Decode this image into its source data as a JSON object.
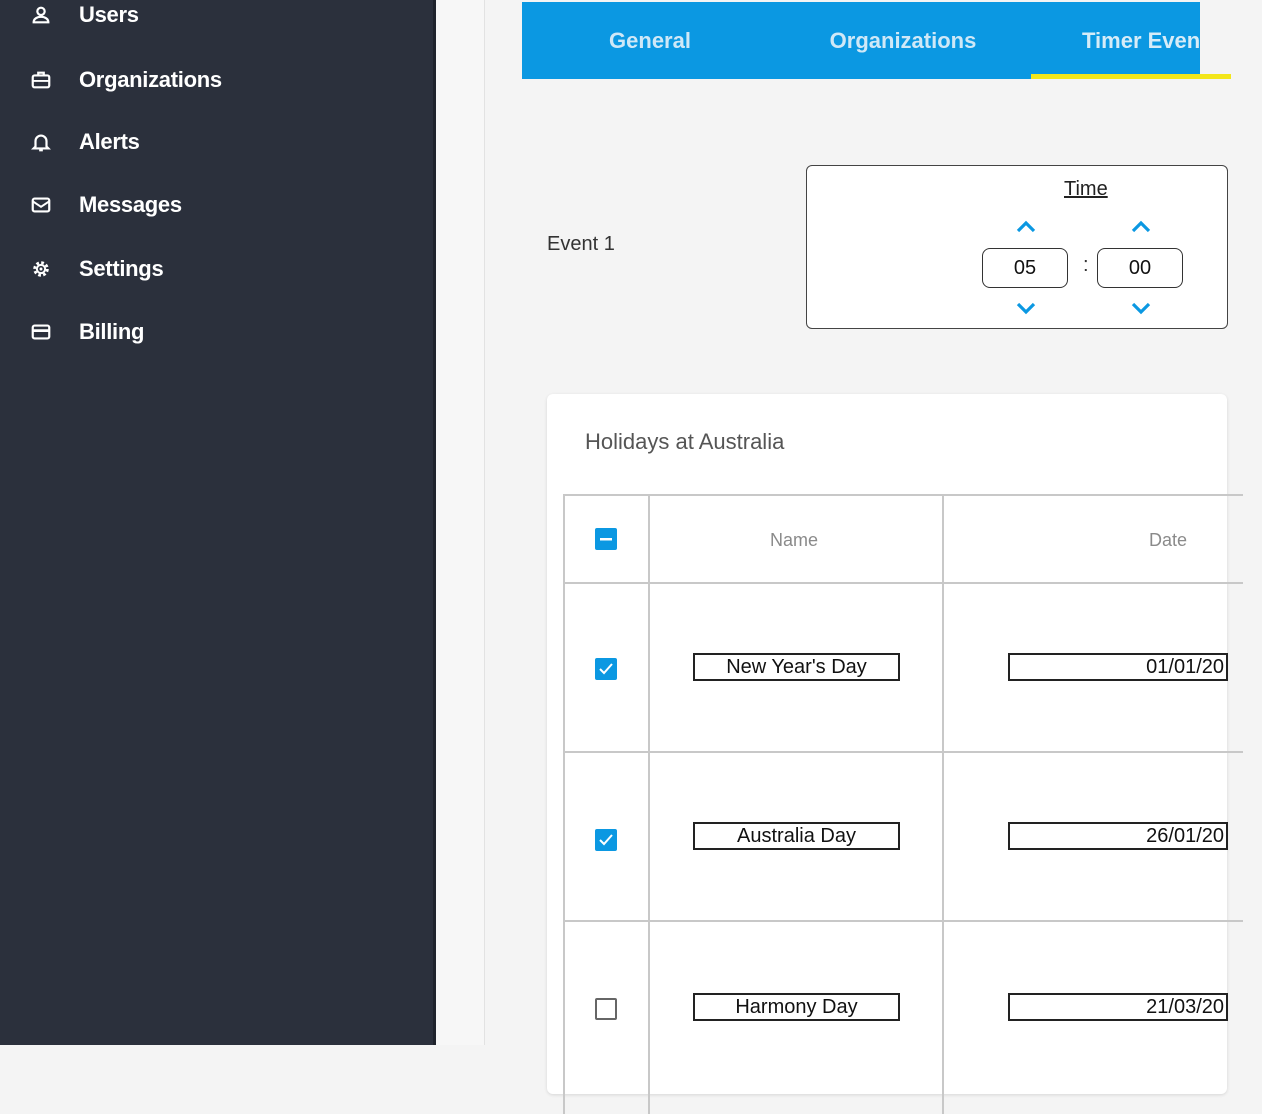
{
  "sidebar": {
    "items": [
      {
        "label": "Users",
        "icon": "user-icon"
      },
      {
        "label": "Organizations",
        "icon": "briefcase-icon"
      },
      {
        "label": "Alerts",
        "icon": "bell-icon"
      },
      {
        "label": "Messages",
        "icon": "envelope-icon"
      },
      {
        "label": "Settings",
        "icon": "gear-icon"
      },
      {
        "label": "Billing",
        "icon": "credit-card-icon"
      }
    ]
  },
  "tabs": [
    {
      "label": "General"
    },
    {
      "label": "Organizations"
    },
    {
      "label": "Timer Even"
    }
  ],
  "active_tab": "Timer Even",
  "event": {
    "label": "Event 1",
    "time_title": "Time",
    "hours": "05",
    "minutes": "00",
    "separator": ":"
  },
  "holidays": {
    "title": "Holidays at Australia",
    "columns": [
      "Name",
      "Date"
    ],
    "rows": [
      {
        "name": "New Year's Day",
        "date": "01/01/20",
        "checked": true
      },
      {
        "name": "Australia Day",
        "date": "26/01/20",
        "checked": true
      },
      {
        "name": "Harmony Day",
        "date": "21/03/20",
        "checked": false
      }
    ]
  },
  "colors": {
    "sidebar_bg": "#2b303c",
    "accent": "#0b98e2",
    "tab_underline": "#f3e61a",
    "tab_text": "#cfe8f7"
  }
}
